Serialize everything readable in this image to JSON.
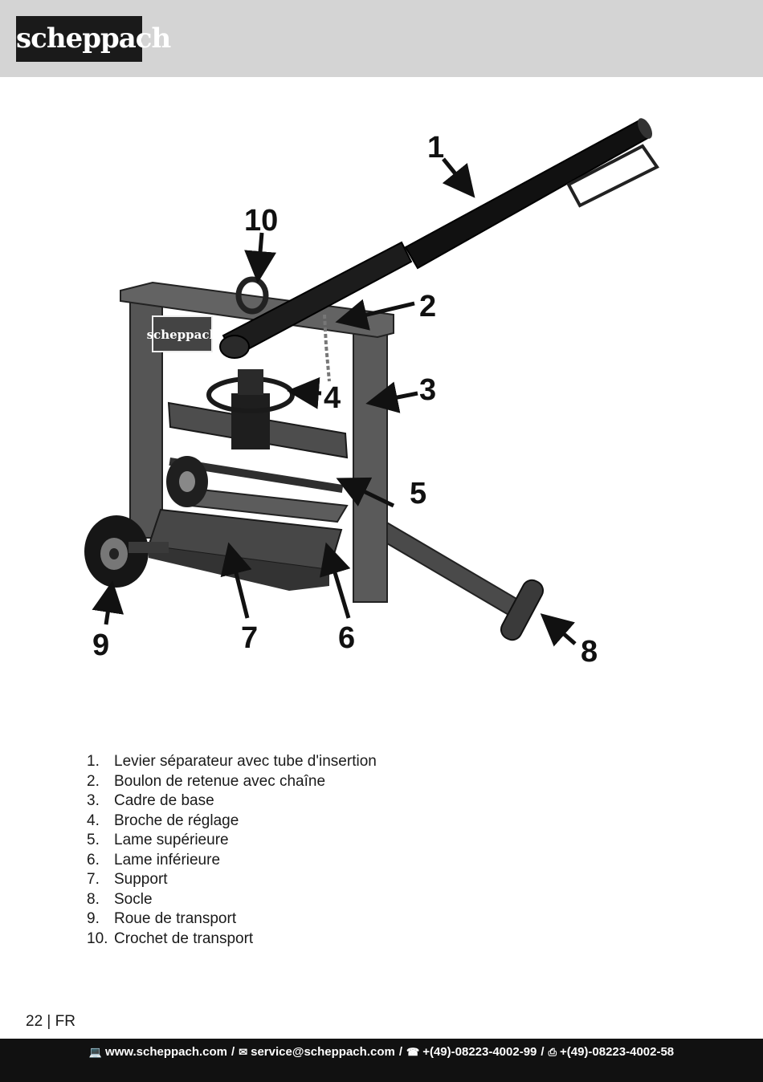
{
  "header": {
    "brand": "scheppach"
  },
  "figure": {
    "device_brand": "scheppach",
    "callouts": [
      "1",
      "2",
      "3",
      "4",
      "5",
      "6",
      "7",
      "8",
      "9",
      "10"
    ]
  },
  "parts": [
    {
      "num": "1.",
      "label": "Levier séparateur avec tube d'insertion"
    },
    {
      "num": "2.",
      "label": "Boulon de retenue avec chaîne"
    },
    {
      "num": "3.",
      "label": "Cadre de base"
    },
    {
      "num": "4.",
      "label": "Broche de réglage"
    },
    {
      "num": "5.",
      "label": "Lame supérieure"
    },
    {
      "num": "6.",
      "label": "Lame inférieure"
    },
    {
      "num": "7.",
      "label": "Support"
    },
    {
      "num": "8.",
      "label": "Socle"
    },
    {
      "num": "9.",
      "label": "Roue de transport"
    },
    {
      "num": "10.",
      "label": "Crochet de transport"
    }
  ],
  "page": {
    "number": "22 | FR"
  },
  "footer": {
    "website": "www.scheppach.com",
    "email": "service@scheppach.com",
    "phone": "+(49)-08223-4002-99",
    "fax": "+(49)-08223-4002-58",
    "separator": "/",
    "icons": [
      "computer-icon",
      "email-icon",
      "phone-icon",
      "fax-icon"
    ]
  }
}
